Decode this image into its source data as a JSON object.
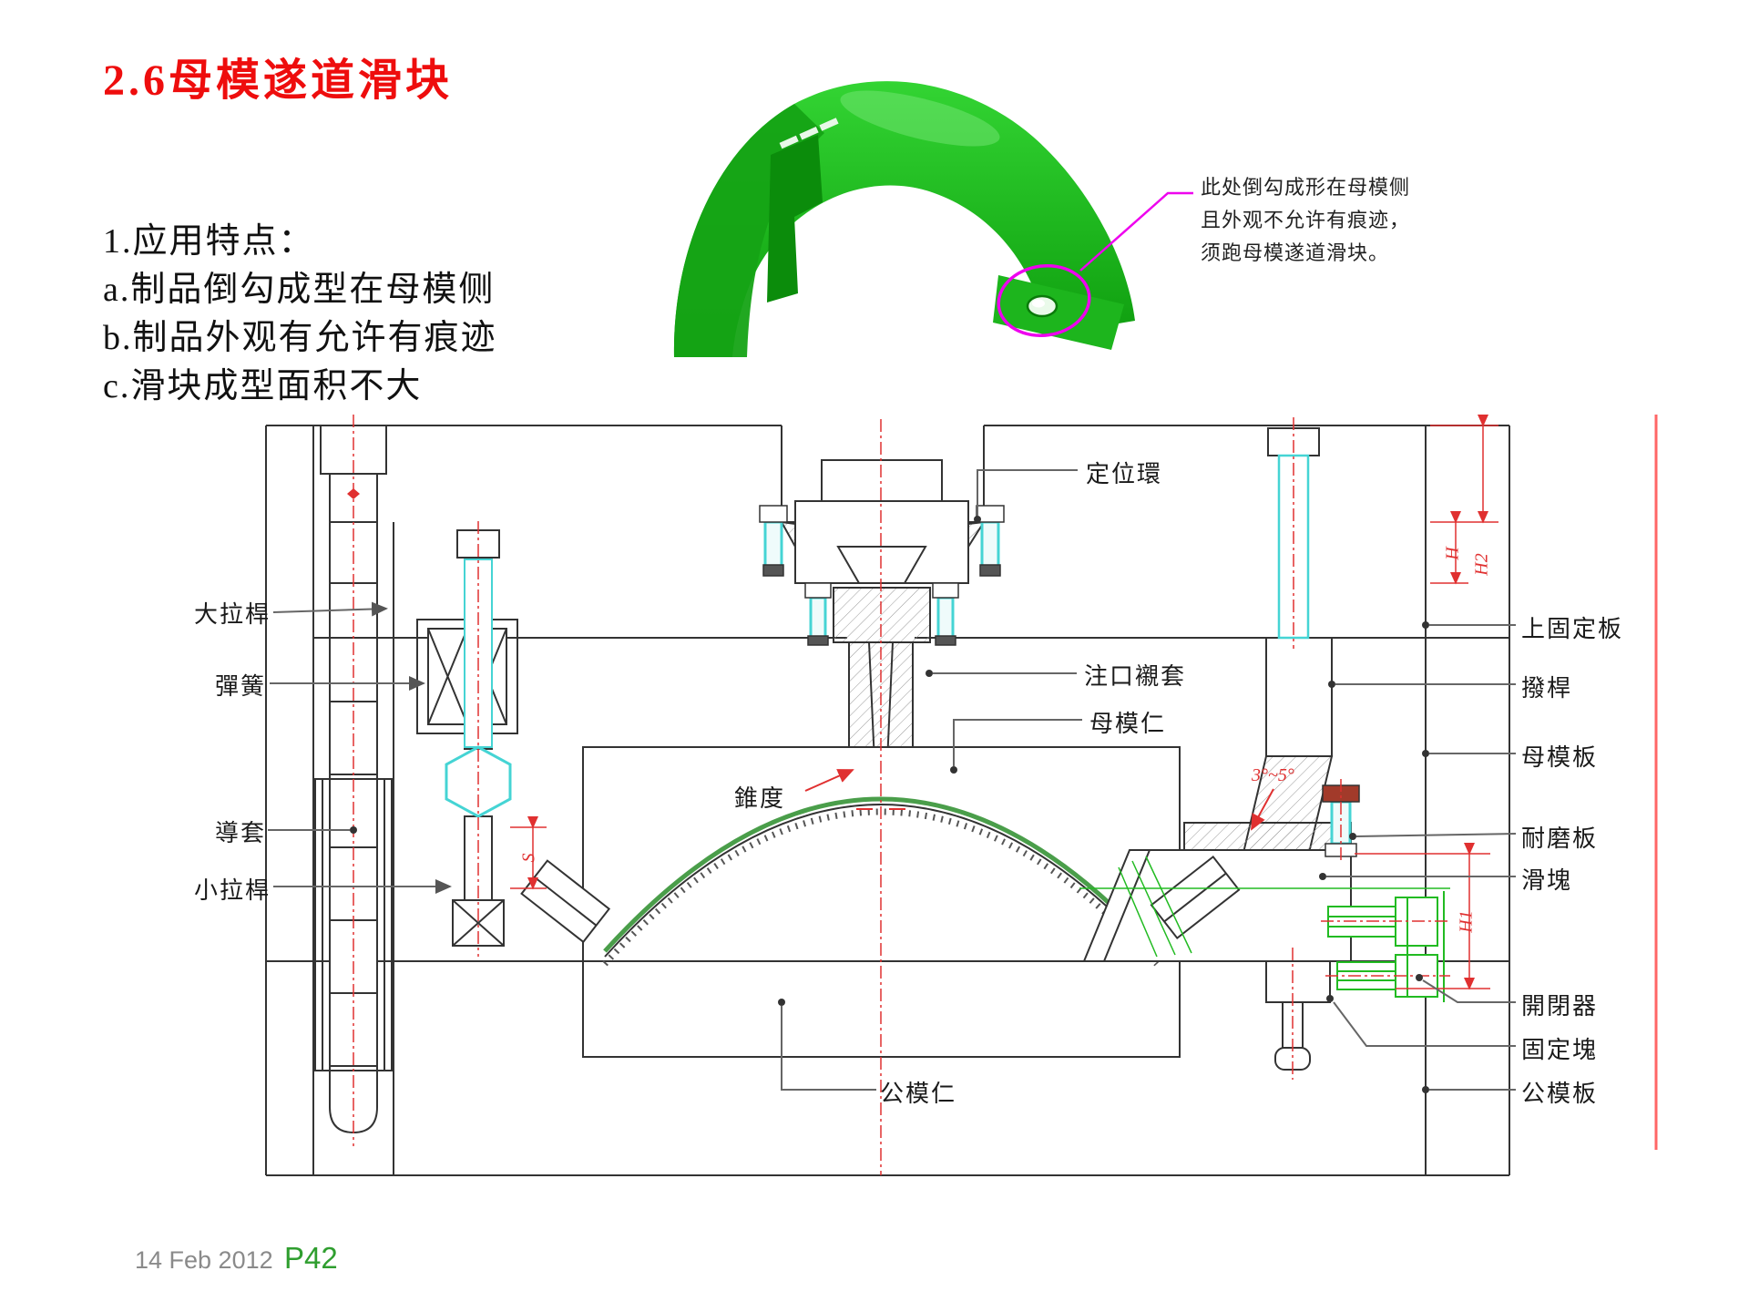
{
  "slide": {
    "title": "2.6母模遂道滑块",
    "footer_date": "14 Feb 2012",
    "footer_page": "P42"
  },
  "features": {
    "heading": "1.应用特点：",
    "item_a": "a.制品倒勾成型在母模侧",
    "item_b": "b.制品外观有允许有痕迹",
    "item_c": "c.滑块成型面积不大"
  },
  "part_callout": {
    "line1": "此处倒勾成形在母模侧",
    "line2": "且外观不允许有痕迹，",
    "line3": "须跑母模遂道滑块。"
  },
  "drawing": {
    "left_labels": [
      "大拉桿",
      "彈簧",
      "導套",
      "小拉桿"
    ],
    "top_label": "定位環",
    "center_labels": [
      "注口襯套",
      "母模仁",
      "錐度",
      "公模仁"
    ],
    "right_labels": [
      "上固定板",
      "撥桿",
      "母模板",
      "耐磨板",
      "滑塊",
      "開閉器",
      "固定塊",
      "公模板"
    ],
    "dims": {
      "h2": "H2",
      "h": "H",
      "h1": "H1",
      "s": "S",
      "angle": "3°~5°"
    }
  },
  "colors": {
    "title_red": "#ee0d0d",
    "footer_page_green": "#2f9e2f",
    "footer_date_gray": "#8a8a8a",
    "part_green": "#1db51d",
    "callout_magenta": "#ee00ee",
    "dim_red": "#e03030",
    "bolt_cyan": "#45d4d4",
    "latch_green": "#22bb22",
    "accent_line_red": "#ff6666"
  }
}
